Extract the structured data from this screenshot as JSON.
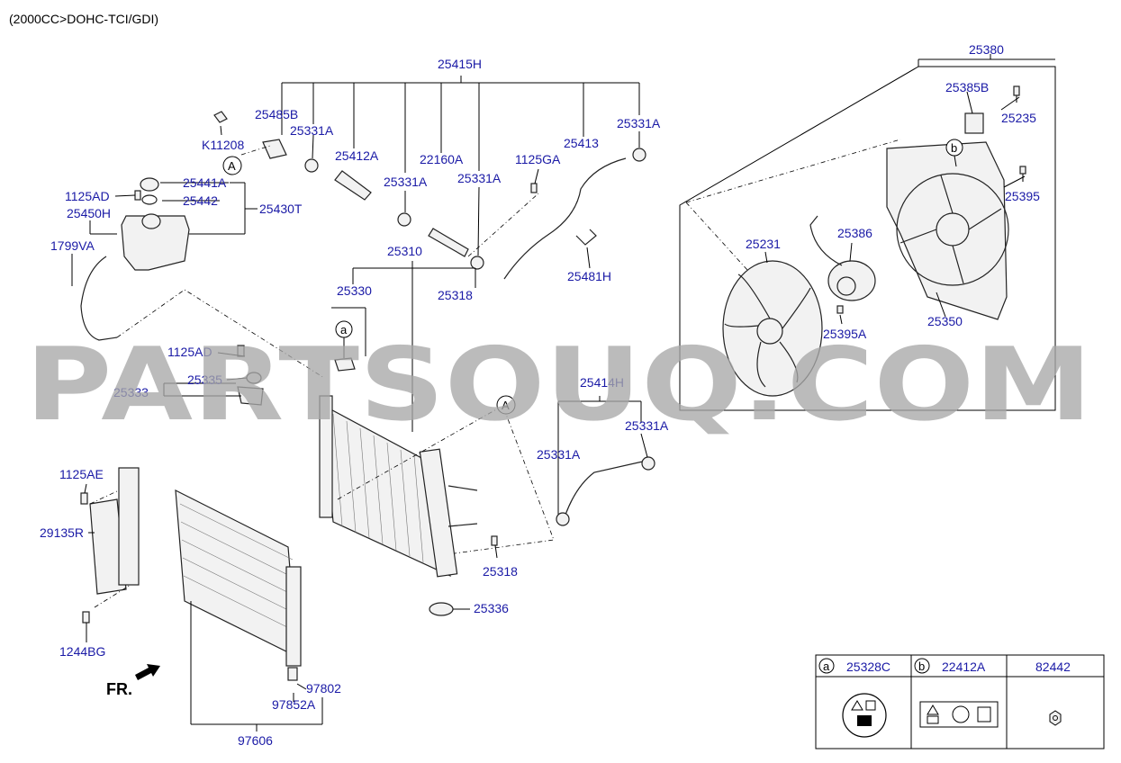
{
  "header": {
    "engine": "(2000CC>DOHC-TCI/GDI)"
  },
  "watermark": "PARTSOUQ.COM",
  "direction": "FR.",
  "callouts": {
    "A": "A",
    "a": "a",
    "b": "b"
  },
  "parts": {
    "p25415H": "25415H",
    "p25485B": "25485B",
    "p25331A_1": "25331A",
    "p25412A": "25412A",
    "p22160A": "22160A",
    "p25331A_2": "25331A",
    "p25331A_3": "25331A",
    "p1125GA": "1125GA",
    "p25413": "25413",
    "p25331A_4": "25331A",
    "pK11208": "K11208",
    "p1125AD_1": "1125AD",
    "p25450H": "25450H",
    "p25441A": "25441A",
    "p25442": "25442",
    "p25430T": "25430T",
    "p1799VA": "1799VA",
    "p25310": "25310",
    "p25318_1": "25318",
    "p25481H": "25481H",
    "p25330": "25330",
    "p1125AD_2": "1125AD",
    "p25335": "25335",
    "p25333": "25333",
    "p25414H": "25414H",
    "p25331A_5": "25331A",
    "p25331A_6": "25331A",
    "p25318_2": "25318",
    "p25336": "25336",
    "p1125AE": "1125AE",
    "p29135R": "29135R",
    "p1244BG": "1244BG",
    "p97802": "97802",
    "p97852A": "97852A",
    "p97606": "97606",
    "p25380": "25380",
    "p25385B": "25385B",
    "p25235": "25235",
    "p25395": "25395",
    "p25231": "25231",
    "p25386": "25386",
    "p25350": "25350",
    "p25395A": "25395A"
  },
  "legend_table": {
    "col_a_mark": "a",
    "col_a_part": "25328C",
    "col_b_mark": "b",
    "col_b_part": "22412A",
    "col_c_part": "82442"
  }
}
